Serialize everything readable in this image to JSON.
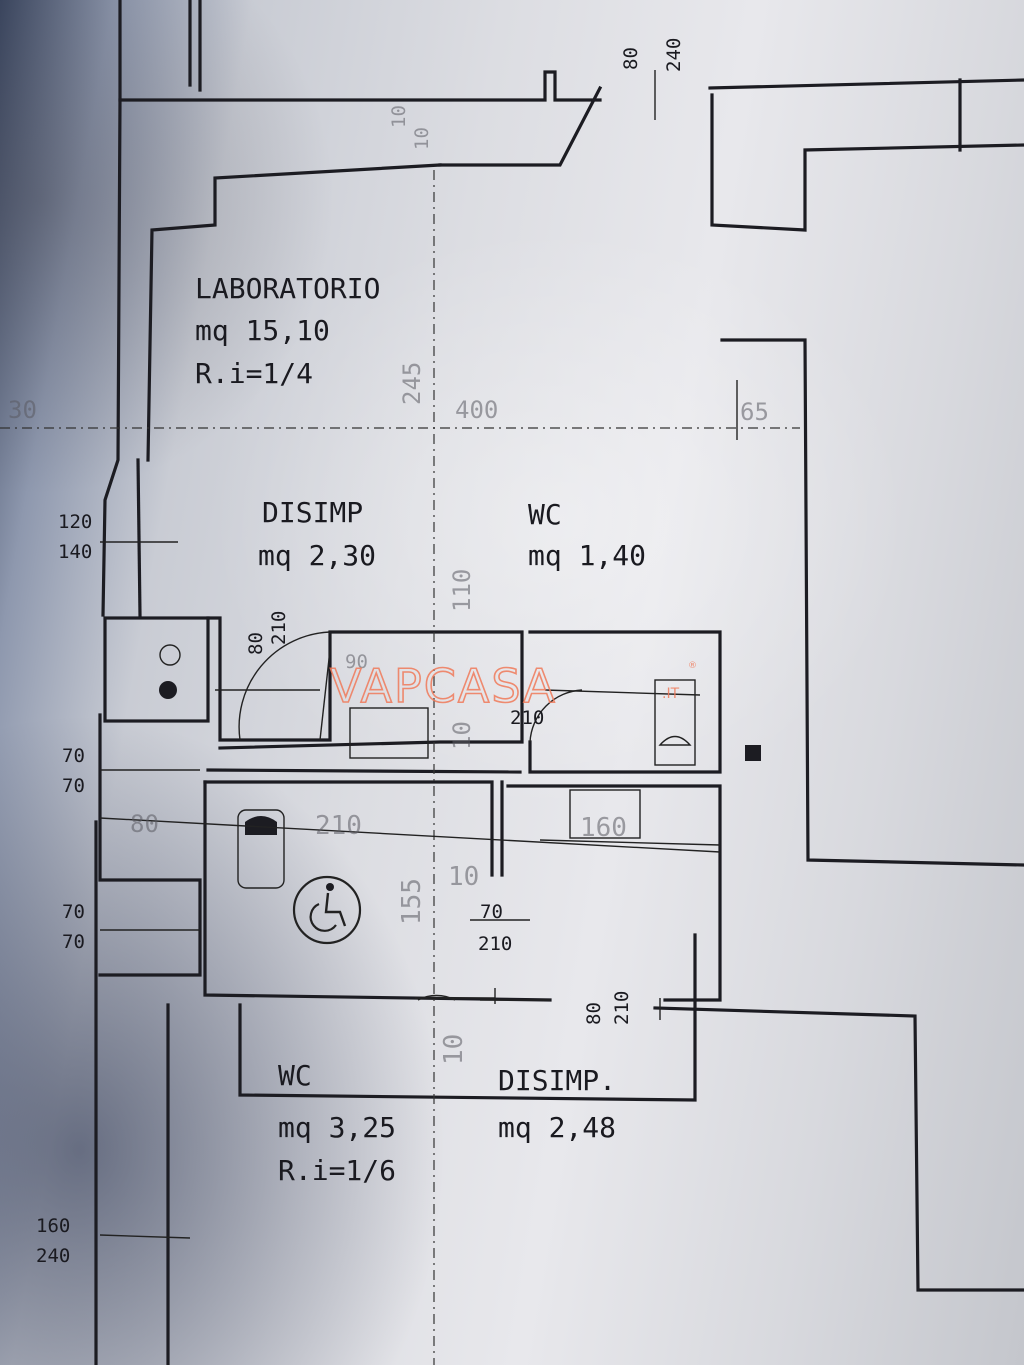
{
  "rooms": {
    "laboratorio": {
      "name": "LABORATORIO",
      "area": "mq 15,10",
      "ratio": "R.i=1/4"
    },
    "disimp_top": {
      "name": "DISIMP",
      "area": "mq 2,30"
    },
    "wc_top": {
      "name": "WC",
      "area": "mq 1,40"
    },
    "wc_bottom": {
      "name": "WC",
      "area": "mq 3,25",
      "ratio": "R.i=1/6"
    },
    "disimp_bottom": {
      "name": "DISIMP.",
      "area": "mq 2,48"
    }
  },
  "dimensions": {
    "d80": "80",
    "d240": "240",
    "d10a": "10",
    "d10b": "10",
    "d30": "30",
    "d400": "400",
    "d245": "245",
    "d65": "65",
    "d120": "120",
    "d140": "140",
    "d80b": "80",
    "d210a": "210",
    "d90": "90",
    "d210b": "210",
    "d10c": "10",
    "d110": "110",
    "d70a": "70",
    "d70b": "70",
    "d80c": "80",
    "d210c": "210",
    "d160": "160",
    "d155": "155",
    "d10d": "10",
    "d70c": "70",
    "d70d": "70",
    "d70e": "70",
    "d210d": "210",
    "d80d": "80",
    "d210e": "210",
    "d10e": "10",
    "d160b": "160",
    "d240b": "240"
  },
  "watermark": {
    "brand": "VAPCASA",
    "suffix": ".IT",
    "mark": "®"
  },
  "symbols": {
    "accessibility": "wheelchair-icon"
  }
}
